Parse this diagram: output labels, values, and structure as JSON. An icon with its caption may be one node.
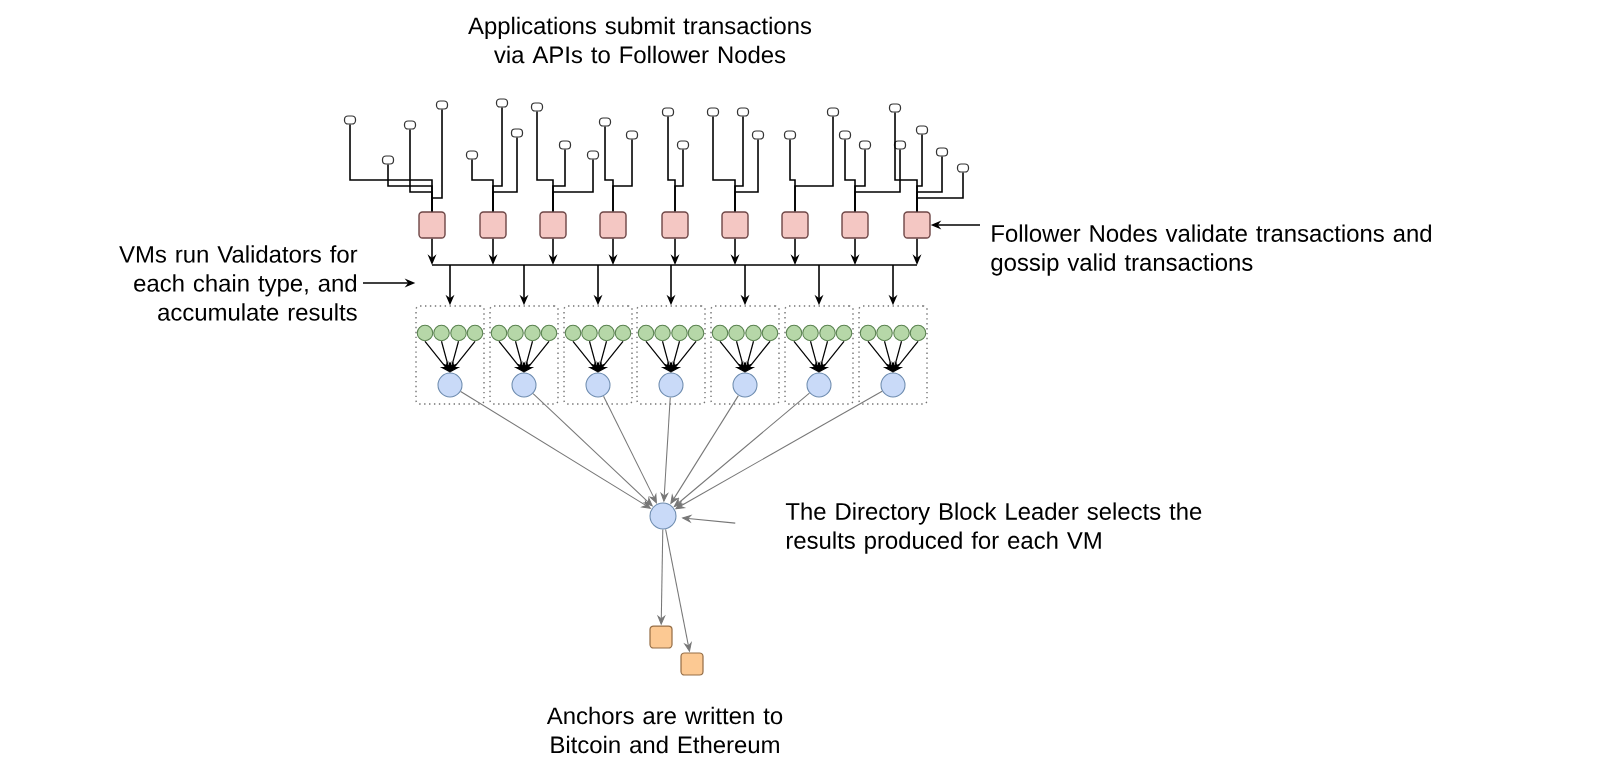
{
  "diagram": {
    "nodes": [
      {
        "text": [],
        "shape": "box"
      },
      {
        "text": [],
        "shape": "box"
      },
      {
        "text": [],
        "shape": "box"
      },
      {
        "text": [],
        "shape": "box"
      },
      {
        "text": [],
        "shape": "box"
      },
      {
        "text": [],
        "shape": "box"
      },
      {
        "text": [],
        "shape": "box"
      },
      {
        "text": [],
        "shape": "box"
      },
      {
        "text": [],
        "shape": "box"
      },
      {
        "text": [],
        "shape": "box"
      },
      {
        "text": [],
        "shape": "box"
      },
      {
        "text": [],
        "shape": "box"
      },
      {
        "text": [],
        "shape": "box"
      },
      {
        "text": [],
        "shape": "box"
      },
      {
        "text": [],
        "shape": "box"
      },
      {
        "text": [],
        "shape": "box"
      },
      {
        "text": [],
        "shape": "box"
      },
      {
        "text": [],
        "shape": "box"
      },
      {
        "text": [],
        "shape": "box"
      },
      {
        "text": [],
        "shape": "box"
      },
      {
        "text": [],
        "shape": "box"
      },
      {
        "text": [],
        "shape": "box"
      },
      {
        "text": [],
        "shape": "box"
      },
      {
        "text": [],
        "shape": "box"
      },
      {
        "text": [],
        "shape": "box"
      },
      {
        "text": [],
        "shape": "box"
      },
      {
        "text": [],
        "shape": "box"
      },
      {
        "text": [],
        "shape": "box"
      },
      {
        "text": [],
        "shape": "box"
      },
      {
        "text": [],
        "shape": "box"
      },
      {
        "text": [],
        "shape": "box"
      },
      {
        "text": [],
        "shape": "box"
      },
      {
        "text": [],
        "shape": "box"
      },
      {
        "text": [],
        "shape": "box"
      },
      {
        "text": [],
        "shape": "box"
      },
      {
        "text": [
          "Follower Nodes validate transactions and gossip valid transactions"
        ]
      },
      {
        "text": [
          "VMs run Validators for each chain type, and accumulate results"
        ]
      },
      {
        "text": [],
        "shape": "box"
      },
      {
        "text": [],
        "shape": "circle",
        "in": 37
      },
      {
        "text": [],
        "shape": "circle",
        "in": 37
      },
      {
        "text": [],
        "shape": "circle",
        "in": 37
      },
      {
        "text": [],
        "shape": "circle",
        "in": 37
      },
      {
        "text": [],
        "shape": "circle",
        "in": 37
      },
      {
        "text": [],
        "shape": "box"
      },
      {
        "text": [],
        "shape": "circle",
        "in": 43
      },
      {
        "text": [],
        "shape": "circle",
        "in": 43
      },
      {
        "text": [],
        "shape": "circle",
        "in": 43
      },
      {
        "text": [],
        "shape": "circle",
        "in": 43
      },
      {
        "text": [],
        "shape": "circle",
        "in": 43
      },
      {
        "text": [],
        "shape": "box"
      },
      {
        "text": [],
        "shape": "circle",
        "in": 49
      },
      {
        "text": [],
        "shape": "circle",
        "in": 49
      },
      {
        "text": [],
        "shape": "circle",
        "in": 49
      },
      {
        "text": [],
        "shape": "circle",
        "in": 49
      },
      {
        "text": [],
        "shape": "circle",
        "in": 49
      },
      {
        "text": [],
        "shape": "box"
      },
      {
        "text": [],
        "shape": "circle",
        "in": 55
      },
      {
        "text": [],
        "shape": "circle",
        "in": 55
      },
      {
        "text": [],
        "shape": "circle",
        "in": 55
      },
      {
        "text": [],
        "shape": "circle",
        "in": 55
      },
      {
        "text": [],
        "shape": "circle",
        "in": 55
      },
      {
        "text": [],
        "shape": "box"
      },
      {
        "text": [],
        "shape": "circle",
        "in": 61
      },
      {
        "text": [],
        "shape": "circle",
        "in": 61
      },
      {
        "text": [],
        "shape": "circle",
        "in": 61
      },
      {
        "text": [],
        "shape": "circle",
        "in": 61
      },
      {
        "text": [],
        "shape": "circle",
        "in": 61
      },
      {
        "text": [],
        "shape": "box"
      },
      {
        "text": [],
        "shape": "circle",
        "in": 67
      },
      {
        "text": [],
        "shape": "circle",
        "in": 67
      },
      {
        "text": [],
        "shape": "circle",
        "in": 67
      },
      {
        "text": [],
        "shape": "circle",
        "in": 67
      },
      {
        "text": [],
        "shape": "circle",
        "in": 67
      },
      {
        "text": [],
        "shape": "box"
      },
      {
        "text": [],
        "shape": "circle",
        "in": 73
      },
      {
        "text": [],
        "shape": "circle",
        "in": 73
      },
      {
        "text": [],
        "shape": "circle",
        "in": 73
      },
      {
        "text": [],
        "shape": "circle",
        "in": 73
      },
      {
        "text": [],
        "shape": "circle",
        "in": 73
      },
      {
        "text": [
          "The Directory Block Leader selects the results produced for each VM"
        ]
      },
      {
        "text": [],
        "shape": "circle"
      },
      {
        "text": [],
        "shape": "box"
      },
      {
        "text": [],
        "shape": "box"
      }
    ],
    "edges": [
      {
        "from": 0,
        "to": 26,
        "arrow": "none"
      },
      {
        "from": 1,
        "to": 26,
        "arrow": "none"
      },
      {
        "from": 2,
        "to": 26,
        "arrow": "none"
      },
      {
        "from": 3,
        "to": 26,
        "arrow": "none"
      },
      {
        "from": 4,
        "to": 27,
        "arrow": "none"
      },
      {
        "from": 5,
        "to": 27,
        "arrow": "none"
      },
      {
        "from": 6,
        "to": 27,
        "arrow": "none"
      },
      {
        "from": 7,
        "to": 28,
        "arrow": "none"
      },
      {
        "from": 8,
        "to": 28,
        "arrow": "none"
      },
      {
        "from": 9,
        "to": 28,
        "arrow": "none"
      },
      {
        "from": 10,
        "to": 29,
        "arrow": "none"
      },
      {
        "from": 11,
        "to": 29,
        "arrow": "none"
      },
      {
        "from": 12,
        "to": 30,
        "arrow": "none"
      },
      {
        "from": 13,
        "to": 30,
        "arrow": "none"
      },
      {
        "from": 14,
        "to": 31,
        "arrow": "none"
      },
      {
        "from": 15,
        "to": 31,
        "arrow": "none"
      },
      {
        "from": 16,
        "to": 31,
        "arrow": "none"
      },
      {
        "from": 17,
        "to": 32,
        "arrow": "none"
      },
      {
        "from": 18,
        "to": 32,
        "arrow": "none"
      },
      {
        "from": 19,
        "to": 33,
        "arrow": "none"
      },
      {
        "from": 20,
        "to": 33,
        "arrow": "none"
      },
      {
        "from": 21,
        "to": 33,
        "arrow": "none"
      },
      {
        "from": 22,
        "to": 34,
        "arrow": "none"
      },
      {
        "from": 23,
        "to": 34,
        "arrow": "none"
      },
      {
        "from": 24,
        "to": 34,
        "arrow": "none"
      },
      {
        "from": 25,
        "to": 34,
        "arrow": "none"
      },
      {
        "from": 26,
        "to": 37,
        "arrow": "to"
      },
      {
        "from": 26,
        "to": 43,
        "arrow": "to"
      },
      {
        "from": 26,
        "to": 49,
        "arrow": "to"
      },
      {
        "from": 26,
        "to": 55,
        "arrow": "to"
      },
      {
        "from": 26,
        "to": 61,
        "arrow": "to"
      },
      {
        "from": 26,
        "to": 67,
        "arrow": "to"
      },
      {
        "from": 26,
        "to": 73,
        "arrow": "to"
      },
      {
        "from": 27,
        "to": 37,
        "arrow": "to"
      },
      {
        "from": 27,
        "to": 43,
        "arrow": "to"
      },
      {
        "from": 27,
        "to": 49,
        "arrow": "to"
      },
      {
        "from": 27,
        "to": 55,
        "arrow": "to"
      },
      {
        "from": 27,
        "to": 61,
        "arrow": "to"
      },
      {
        "from": 27,
        "to": 67,
        "arrow": "to"
      },
      {
        "from": 27,
        "to": 73,
        "arrow": "to"
      },
      {
        "from": 28,
        "to": 37,
        "arrow": "to"
      },
      {
        "from": 28,
        "to": 43,
        "arrow": "to"
      },
      {
        "from": 28,
        "to": 49,
        "arrow": "to"
      },
      {
        "from": 28,
        "to": 55,
        "arrow": "to"
      },
      {
        "from": 28,
        "to": 61,
        "arrow": "to"
      },
      {
        "from": 28,
        "to": 67,
        "arrow": "to"
      },
      {
        "from": 28,
        "to": 73,
        "arrow": "to"
      },
      {
        "from": 29,
        "to": 37,
        "arrow": "to"
      },
      {
        "from": 29,
        "to": 43,
        "arrow": "to"
      },
      {
        "from": 29,
        "to": 49,
        "arrow": "to"
      },
      {
        "from": 29,
        "to": 55,
        "arrow": "to"
      },
      {
        "from": 29,
        "to": 61,
        "arrow": "to"
      },
      {
        "from": 29,
        "to": 67,
        "arrow": "to"
      },
      {
        "from": 29,
        "to": 73,
        "arrow": "to"
      },
      {
        "from": 30,
        "to": 37,
        "arrow": "to"
      },
      {
        "from": 30,
        "to": 43,
        "arrow": "to"
      },
      {
        "from": 30,
        "to": 49,
        "arrow": "to"
      },
      {
        "from": 30,
        "to": 55,
        "arrow": "to"
      },
      {
        "from": 30,
        "to": 61,
        "arrow": "to"
      },
      {
        "from": 30,
        "to": 67,
        "arrow": "to"
      },
      {
        "from": 30,
        "to": 73,
        "arrow": "to"
      },
      {
        "from": 31,
        "to": 37,
        "arrow": "to"
      },
      {
        "from": 31,
        "to": 43,
        "arrow": "to"
      },
      {
        "from": 31,
        "to": 49,
        "arrow": "to"
      },
      {
        "from": 31,
        "to": 55,
        "arrow": "to"
      },
      {
        "from": 31,
        "to": 61,
        "arrow": "to"
      },
      {
        "from": 31,
        "to": 67,
        "arrow": "to"
      },
      {
        "from": 31,
        "to": 73,
        "arrow": "to"
      },
      {
        "from": 32,
        "to": 37,
        "arrow": "to"
      },
      {
        "from": 32,
        "to": 43,
        "arrow": "to"
      },
      {
        "from": 32,
        "to": 49,
        "arrow": "to"
      },
      {
        "from": 32,
        "to": 55,
        "arrow": "to"
      },
      {
        "from": 32,
        "to": 61,
        "arrow": "to"
      },
      {
        "from": 32,
        "to": 67,
        "arrow": "to"
      },
      {
        "from": 32,
        "to": 73,
        "arrow": "to"
      },
      {
        "from": 33,
        "to": 37,
        "arrow": "to"
      },
      {
        "from": 33,
        "to": 43,
        "arrow": "to"
      },
      {
        "from": 33,
        "to": 49,
        "arrow": "to"
      },
      {
        "from": 33,
        "to": 55,
        "arrow": "to"
      },
      {
        "from": 33,
        "to": 61,
        "arrow": "to"
      },
      {
        "from": 33,
        "to": 67,
        "arrow": "to"
      },
      {
        "from": 33,
        "to": 73,
        "arrow": "to"
      },
      {
        "from": 34,
        "to": 37,
        "arrow": "to"
      },
      {
        "from": 34,
        "to": 43,
        "arrow": "to"
      },
      {
        "from": 34,
        "to": 49,
        "arrow": "to"
      },
      {
        "from": 34,
        "to": 55,
        "arrow": "to"
      },
      {
        "from": 34,
        "to": 61,
        "arrow": "to"
      },
      {
        "from": 34,
        "to": 67,
        "arrow": "to"
      },
      {
        "from": 34,
        "to": 73,
        "arrow": "to"
      },
      {
        "from": 38,
        "to": 42,
        "arrow": "to"
      },
      {
        "from": 39,
        "to": 42,
        "arrow": "to"
      },
      {
        "from": 40,
        "to": 42,
        "arrow": "to"
      },
      {
        "from": 41,
        "to": 42,
        "arrow": "to"
      },
      {
        "from": 44,
        "to": 48,
        "arrow": "to"
      },
      {
        "from": 45,
        "to": 48,
        "arrow": "to"
      },
      {
        "from": 46,
        "to": 48,
        "arrow": "to"
      },
      {
        "from": 47,
        "to": 48,
        "arrow": "to"
      },
      {
        "from": 50,
        "to": 54,
        "arrow": "to"
      },
      {
        "from": 51,
        "to": 54,
        "arrow": "to"
      },
      {
        "from": 52,
        "to": 54,
        "arrow": "to"
      },
      {
        "from": 53,
        "to": 54,
        "arrow": "to"
      },
      {
        "from": 56,
        "to": 60,
        "arrow": "to"
      },
      {
        "from": 57,
        "to": 60,
        "arrow": "to"
      },
      {
        "from": 58,
        "to": 60,
        "arrow": "to"
      },
      {
        "from": 59,
        "to": 60,
        "arrow": "to"
      },
      {
        "from": 62,
        "to": 66,
        "arrow": "to"
      },
      {
        "from": 63,
        "to": 66,
        "arrow": "to"
      },
      {
        "from": 64,
        "to": 66,
        "arrow": "to"
      },
      {
        "from": 65,
        "to": 66,
        "arrow": "to"
      },
      {
        "from": 68,
        "to": 72,
        "arrow": "to"
      },
      {
        "from": 69,
        "to": 72,
        "arrow": "to"
      },
      {
        "from": 70,
        "to": 72,
        "arrow": "to"
      },
      {
        "from": 71,
        "to": 72,
        "arrow": "to"
      },
      {
        "from": 74,
        "to": 78,
        "arrow": "to"
      },
      {
        "from": 75,
        "to": 78,
        "arrow": "to"
      },
      {
        "from": 76,
        "to": 78,
        "arrow": "to"
      },
      {
        "from": 77,
        "to": 78,
        "arrow": "to"
      },
      {
        "from": 42,
        "to": 80,
        "arrow": "to",
        "color": "#777777"
      },
      {
        "from": 48,
        "to": 80,
        "arrow": "to",
        "color": "#777777"
      },
      {
        "from": 54,
        "to": 80,
        "arrow": "to",
        "color": "#777777"
      },
      {
        "from": 60,
        "to": 80,
        "arrow": "to",
        "color": "#777777"
      },
      {
        "from": 66,
        "to": 80,
        "arrow": "to",
        "color": "#777777"
      },
      {
        "from": 72,
        "to": 80,
        "arrow": "to",
        "color": "#777777"
      },
      {
        "from": 78,
        "to": 80,
        "arrow": "to",
        "color": "#777777"
      },
      {
        "from": 80,
        "to": 81,
        "arrow": "to",
        "color": "#777777"
      },
      {
        "from": 80,
        "to": 82,
        "arrow": "to",
        "color": "#777777"
      },
      {
        "from": 35,
        "to": 34,
        "arrow": "to"
      },
      {
        "from": 36,
        "to": 37,
        "arrow": "to"
      },
      {
        "from": 79,
        "to": 80,
        "arrow": "to",
        "color": "#777777"
      }
    ],
    "labels": [
      "Applications submit transactions via APIs to Follower Nodes",
      "Anchors are written to Bitcoin and Ethereum"
    ]
  }
}
